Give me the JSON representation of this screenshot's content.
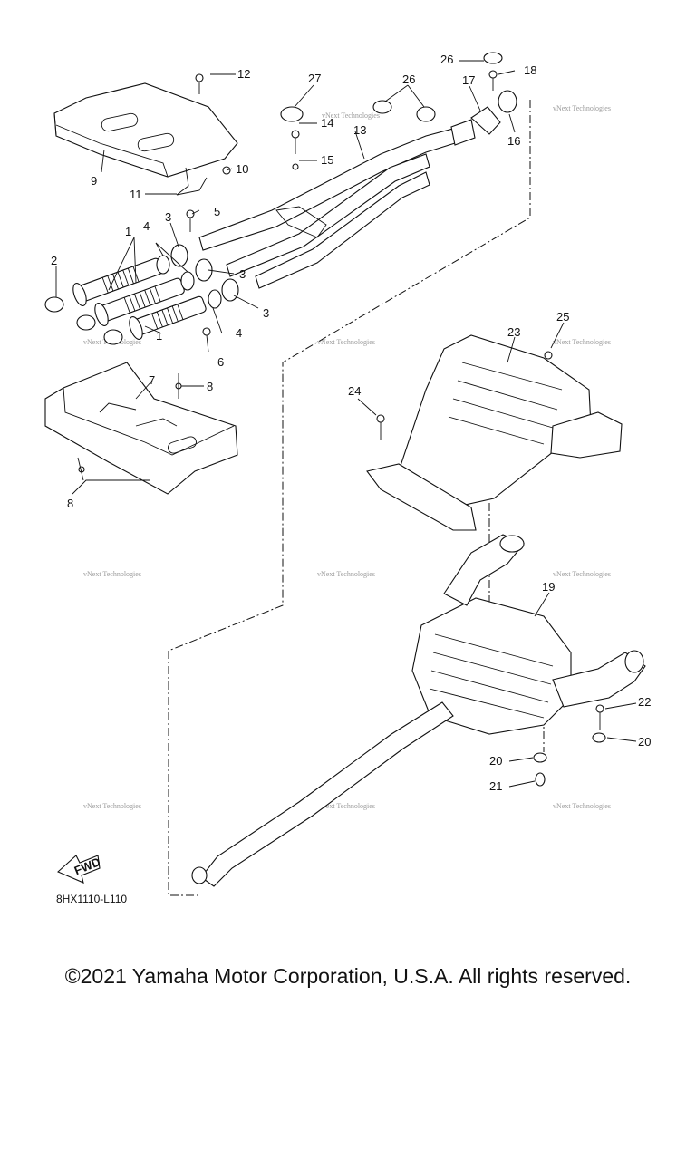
{
  "diagram": {
    "callouts": [
      "1",
      "1",
      "2",
      "3",
      "3",
      "3",
      "4",
      "4",
      "5",
      "6",
      "7",
      "8",
      "8",
      "9",
      "10",
      "11",
      "12",
      "13",
      "14",
      "15",
      "16",
      "17",
      "18",
      "19",
      "20",
      "20",
      "21",
      "22",
      "23",
      "24",
      "25",
      "26",
      "26",
      "27"
    ],
    "watermark_text": "vNext Technologies",
    "fwd_label": "FWD",
    "ref_code": "8HX1110-L110"
  },
  "footer": {
    "copyright": "©2021 Yamaha Motor Corporation, U.S.A. All rights reserved."
  }
}
